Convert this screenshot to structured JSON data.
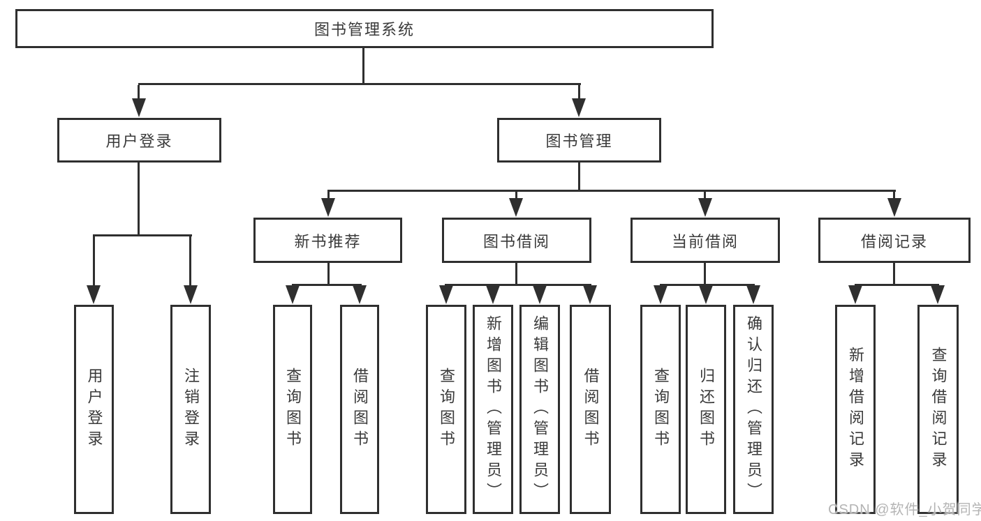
{
  "colors": {
    "line": "#2f2f2f",
    "text": "#3a3a3a",
    "watermark_text": "#b4b4b4"
  },
  "root": {
    "label": "图书管理系统"
  },
  "level1": [
    {
      "label": "用户登录"
    },
    {
      "label": "图书管理"
    }
  ],
  "level2": [
    {
      "label": "新书推荐"
    },
    {
      "label": "图书借阅"
    },
    {
      "label": "当前借阅"
    },
    {
      "label": "借阅记录"
    }
  ],
  "leaves": {
    "user_login": [
      "用户登录",
      "注销登录"
    ],
    "new_book_recommend": [
      "查询图书",
      "借阅图书"
    ],
    "book_borrow": [
      "查询图书",
      "新增图书（管理员）",
      "编辑图书（管理员）",
      "借阅图书"
    ],
    "current_borrow": [
      "查询图书",
      "归还图书",
      "确认归还（管理员）"
    ],
    "borrow_record": [
      "新增借阅记录",
      "查询借阅记录"
    ]
  },
  "watermark": "CSDN @软件_小贺同学"
}
